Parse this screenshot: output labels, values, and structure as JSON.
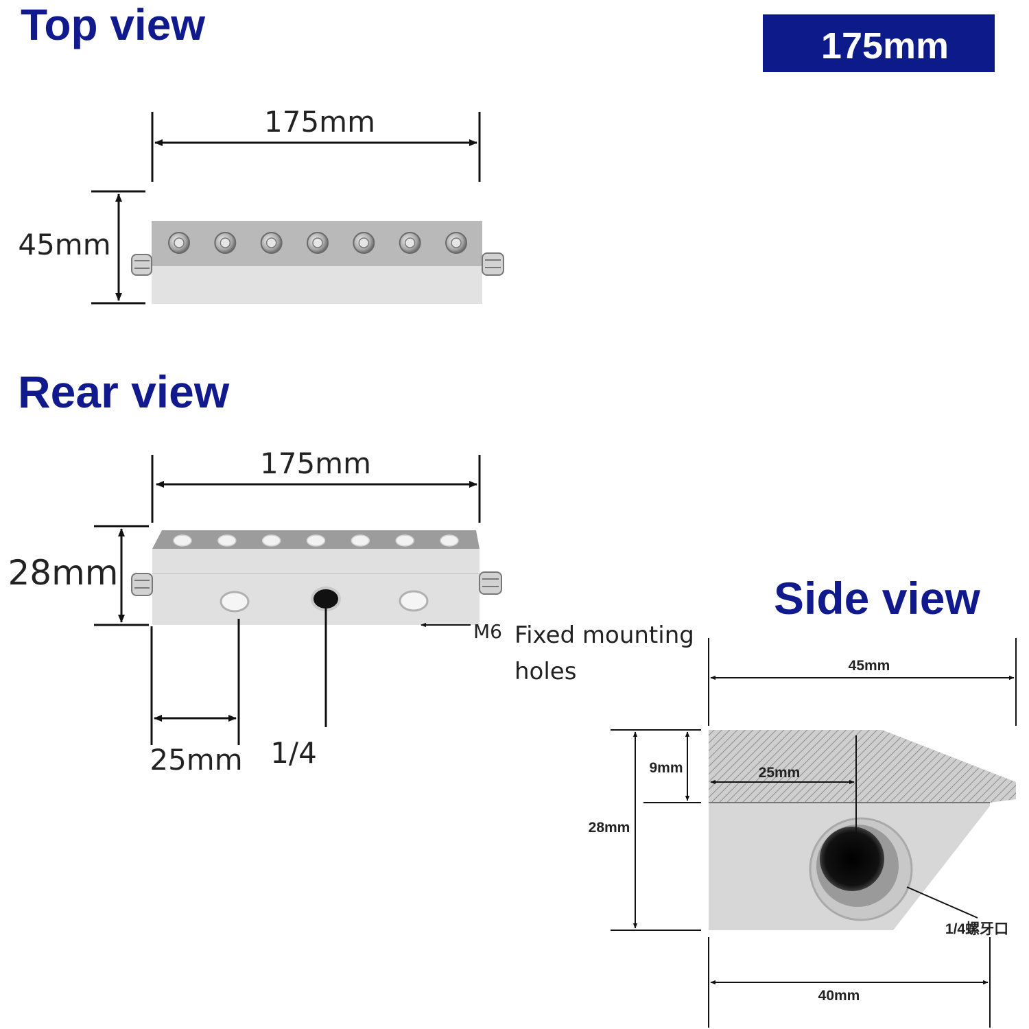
{
  "headings": {
    "top_view": "Top view",
    "rear_view": "Rear view",
    "side_view": "Side view"
  },
  "badge": {
    "label": "175mm",
    "color": "#0d1a8a"
  },
  "top_view": {
    "width_label": "175mm",
    "height_label": "45mm",
    "screw_count": 7
  },
  "rear_view": {
    "width_label": "175mm",
    "height_label": "28mm",
    "spacing_label": "25mm",
    "port_label": "1/4",
    "mount_label": "M6",
    "mount_desc_line1": "Fixed mounting",
    "mount_desc_line2": "holes",
    "nozzle_count": 7
  },
  "side_view": {
    "width_label": "45mm",
    "height_label": "28mm",
    "top_label": "9mm",
    "inner_label": "25mm",
    "bottom_label": "40mm",
    "thread_label": "1/4螺牙口"
  },
  "colors": {
    "heading": "#101a8c",
    "line": "#111111",
    "metal": "#d8d8d8",
    "metal_dark": "#bdbdbd"
  }
}
